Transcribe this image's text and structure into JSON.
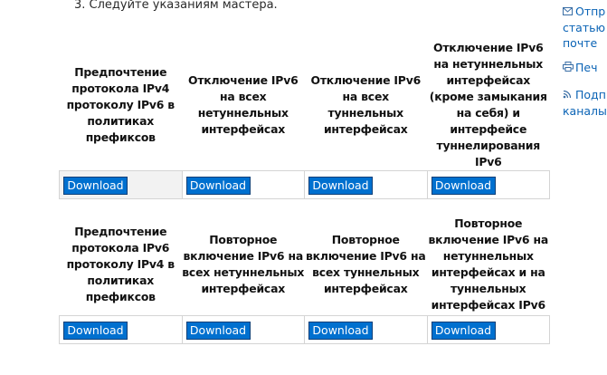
{
  "step": {
    "text": "3. Следуйте указаниям мастера."
  },
  "table1": {
    "headers": [
      "Предпочтение протокола IPv4 протоколу IPv6 в политиках префиксов",
      "Отключение IPv6 на всех нетуннельных интерфейсах",
      "Отключение IPv6 на всех туннельных интерфейсах",
      "Отключение IPv6 на нетуннельных интерфейсах (кроме замыкания на себя) и интерфейсе туннелирования IPv6"
    ],
    "buttons": [
      "Download",
      "Download",
      "Download",
      "Download"
    ]
  },
  "table2": {
    "headers": [
      "Предпочтение протокола IPv6 протоколу IPv4 в политиках префиксов",
      "Повторное включение IPv6 на всех нетуннельных интерфейсах",
      "Повторное включение IPv6 на всех туннельных интерфейсах",
      "Повторное включение IPv6 на нетуннельных интерфейсах и на туннельных интерфейсах IPv6"
    ],
    "buttons": [
      "Download",
      "Download",
      "Download",
      "Download"
    ]
  },
  "sidebar": {
    "email_lines": [
      "Отпр",
      "статью п",
      "почте"
    ],
    "print_label": "Печ",
    "rss_lines": [
      "Подп",
      "каналы"
    ]
  },
  "icons": {
    "email": "envelope-icon",
    "print": "printer-icon",
    "rss": "rss-feed-icon"
  },
  "colors": {
    "button": "#0070cf",
    "link": "#0a63b5"
  }
}
